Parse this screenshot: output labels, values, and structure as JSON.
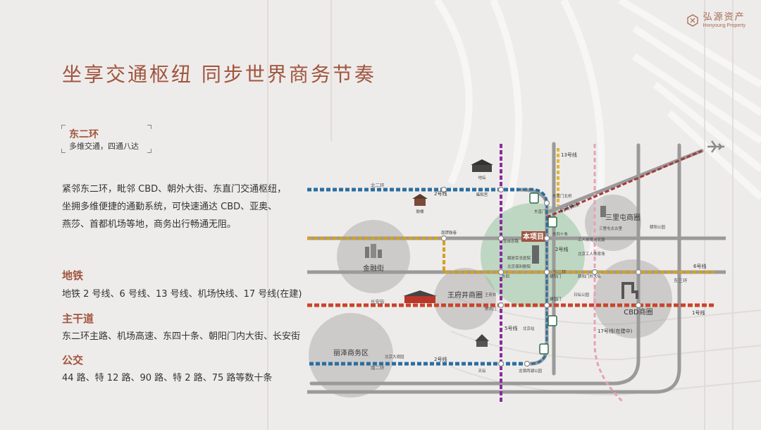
{
  "brand": {
    "name_cn": "弘源资产",
    "name_en": "Honyoung Property"
  },
  "title": "坐享交通枢纽 同步世界商务节奏",
  "tag": {
    "title": "东二环",
    "subtitle": "多维交通，四通八达"
  },
  "intro": [
    "紧邻东二环，毗邻 CBD、朝外大街、东直门交通枢纽，",
    "坐拥多维便捷的通勤系统，可快速通达 CBD、亚奥、",
    "燕莎、首都机场等地，商务出行畅通无阻。"
  ],
  "sections": [
    {
      "heading": "地铁",
      "text": "地铁 2 号线、6 号线、13 号线、机场快线、17 号线(在建)"
    },
    {
      "heading": "主干道",
      "text": "东二环主路、机场高速、东四十条、朝阳门内大街、长安街"
    },
    {
      "heading": "公交",
      "text": "44 路、特 12 路、90 路、特 2 路、75 路等数十条"
    }
  ],
  "map": {
    "districts": {
      "jinrongjie": "金融街",
      "wangfujing": "王府井商圈",
      "lize": "丽泽商务区",
      "sanlitun": "三里屯商圈",
      "cbd": "CBD商圈"
    },
    "project": "本项目",
    "lines": {
      "line2_north": "2号线",
      "line2_south": "2号线",
      "line2_east": "2号线",
      "line13": "13号线",
      "line5": "5号线",
      "line6": "6号线",
      "line1": "1号线",
      "line17": "17号线(在建中)",
      "airport": "机场快线"
    },
    "roads": {
      "north2": "北二环",
      "south2": "南二环",
      "east2": "东二环",
      "changan": "长安街",
      "east3": "东三环"
    },
    "stations": {
      "gulou_ditie": "地坛",
      "yonghegong": "雍和宫",
      "dongzhimen": "东直门",
      "dongzhimen2": "东直门北桥",
      "nanluoguxiang": "南锣鼓巷",
      "zhangzizhonglu": "张自忠路",
      "dongsishitiao": "东四十条",
      "dongsi": "东四",
      "chaoyangmen": "朝阳门",
      "jianguomen": "建国门",
      "wangfujing_st": "王府井",
      "beijingzhan": "北京站",
      "chongwenmen": "崇文门",
      "tiantan": "天坛",
      "longtanhu": "龙潭西湖公园",
      "beijingdaguanyuan": "北京大观园",
      "ritanpark": "日坛公园",
      "chaoyangpark": "朝阳公园",
      "gongti": "工人体育场北路",
      "gongti2": "北京工人体育场",
      "sanlitun_st": "三里屯太古里",
      "jiefangjun": "解放军总医院",
      "poly": "北京保利剧院",
      "chaowai": "朝阳门外大街",
      "gulou": "鼓楼"
    }
  }
}
